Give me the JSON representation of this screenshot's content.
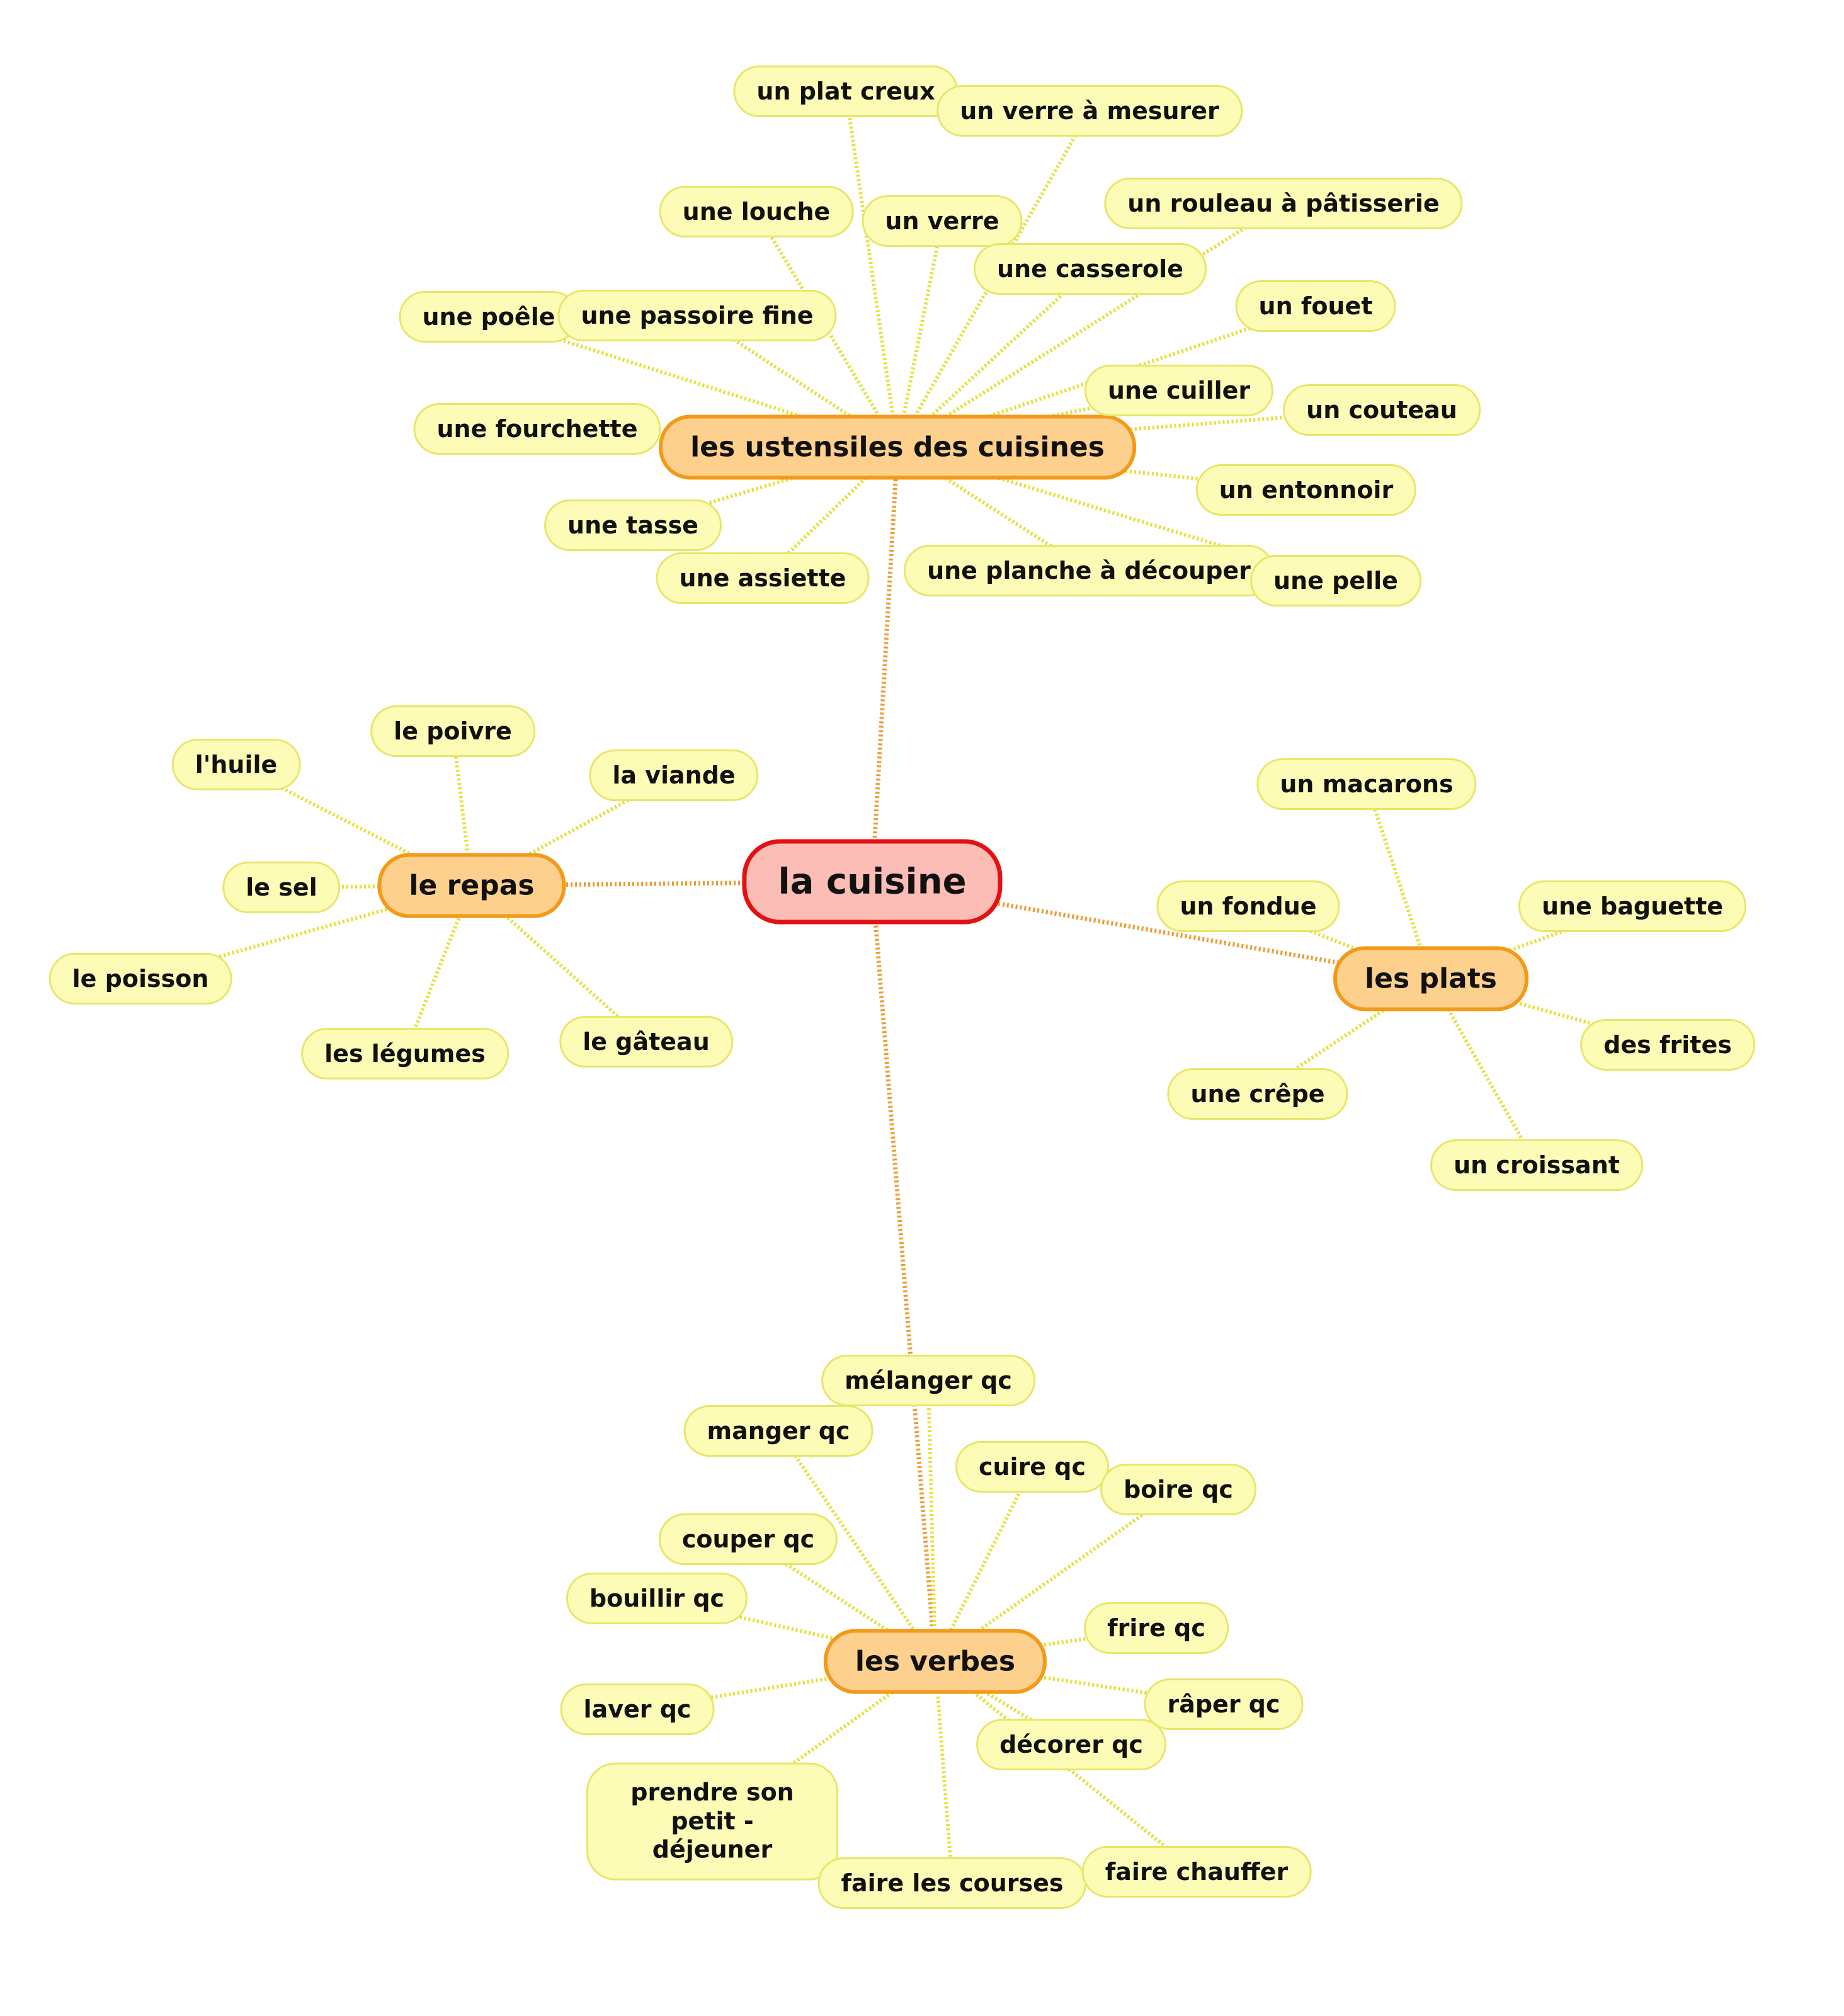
{
  "root": {
    "label": "la cuisine",
    "color": "#fcbdb6",
    "border": "#e31212"
  },
  "colors": {
    "branch_fill": "#fdd08e",
    "branch_border": "#f29a1a",
    "branch_line": "#ee9a2e",
    "leaf_fill": "#fdfcb6",
    "leaf_border": "#e8e668",
    "leaf_line": "#e3e12e"
  },
  "branches": [
    {
      "id": "ustensiles",
      "label": "les ustensiles des cuisines",
      "leaves": [
        "un plat creux",
        "un verre à mesurer",
        "une louche",
        "un verre",
        "un rouleau à pâtisserie",
        "une casserole",
        "un fouet",
        "une poêle",
        "une passoire fine",
        "une cuiller",
        "un couteau",
        "une fourchette",
        "un entonnoir",
        "une tasse",
        "une assiette",
        "une planche à découper",
        "une pelle"
      ]
    },
    {
      "id": "repas",
      "label": "le repas",
      "leaves": [
        "l'huile",
        "le poivre",
        "la viande",
        "le sel",
        "le poisson",
        "les légumes",
        "le gâteau"
      ]
    },
    {
      "id": "plats",
      "label": "les plats",
      "leaves": [
        "un macarons",
        "un fondue",
        "une baguette",
        "des frites",
        "une crêpe",
        "un croissant"
      ]
    },
    {
      "id": "verbes",
      "label": "les verbes",
      "leaves": [
        "mélanger qc",
        "manger qc",
        "cuire qc",
        "boire qc",
        "couper qc",
        "bouillir qc",
        "frire qc",
        "laver qc",
        "râper qc",
        "décorer qc",
        "prendre son petit - déjeuner",
        "faire les courses",
        "faire chauffer"
      ]
    }
  ]
}
